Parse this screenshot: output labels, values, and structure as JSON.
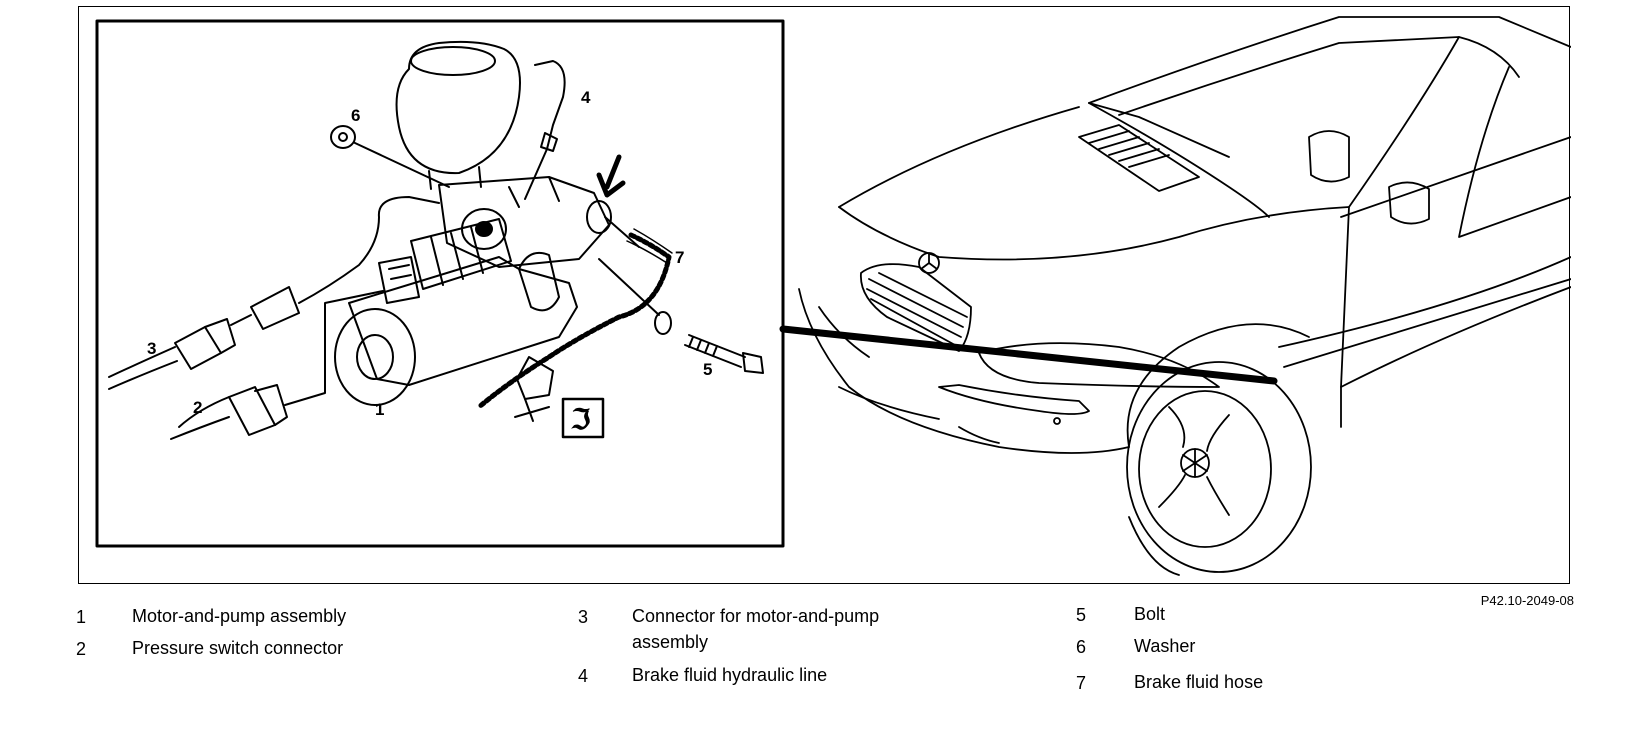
{
  "figure": {
    "code": "P42.10-2049-08",
    "callouts": [
      "1",
      "2",
      "3",
      "4",
      "5",
      "6",
      "7"
    ],
    "service_symbol": "ℑ"
  },
  "legend": [
    {
      "num": "1",
      "text": "Motor-and-pump assembly"
    },
    {
      "num": "2",
      "text": "Pressure switch connector"
    },
    {
      "num": "3",
      "text": "Connector for motor-and-pump assembly"
    },
    {
      "num": "4",
      "text": "Brake fluid hydraulic line"
    },
    {
      "num": "5",
      "text": "Bolt"
    },
    {
      "num": "6",
      "text": "Washer"
    },
    {
      "num": "7",
      "text": "Brake fluid hose"
    }
  ]
}
